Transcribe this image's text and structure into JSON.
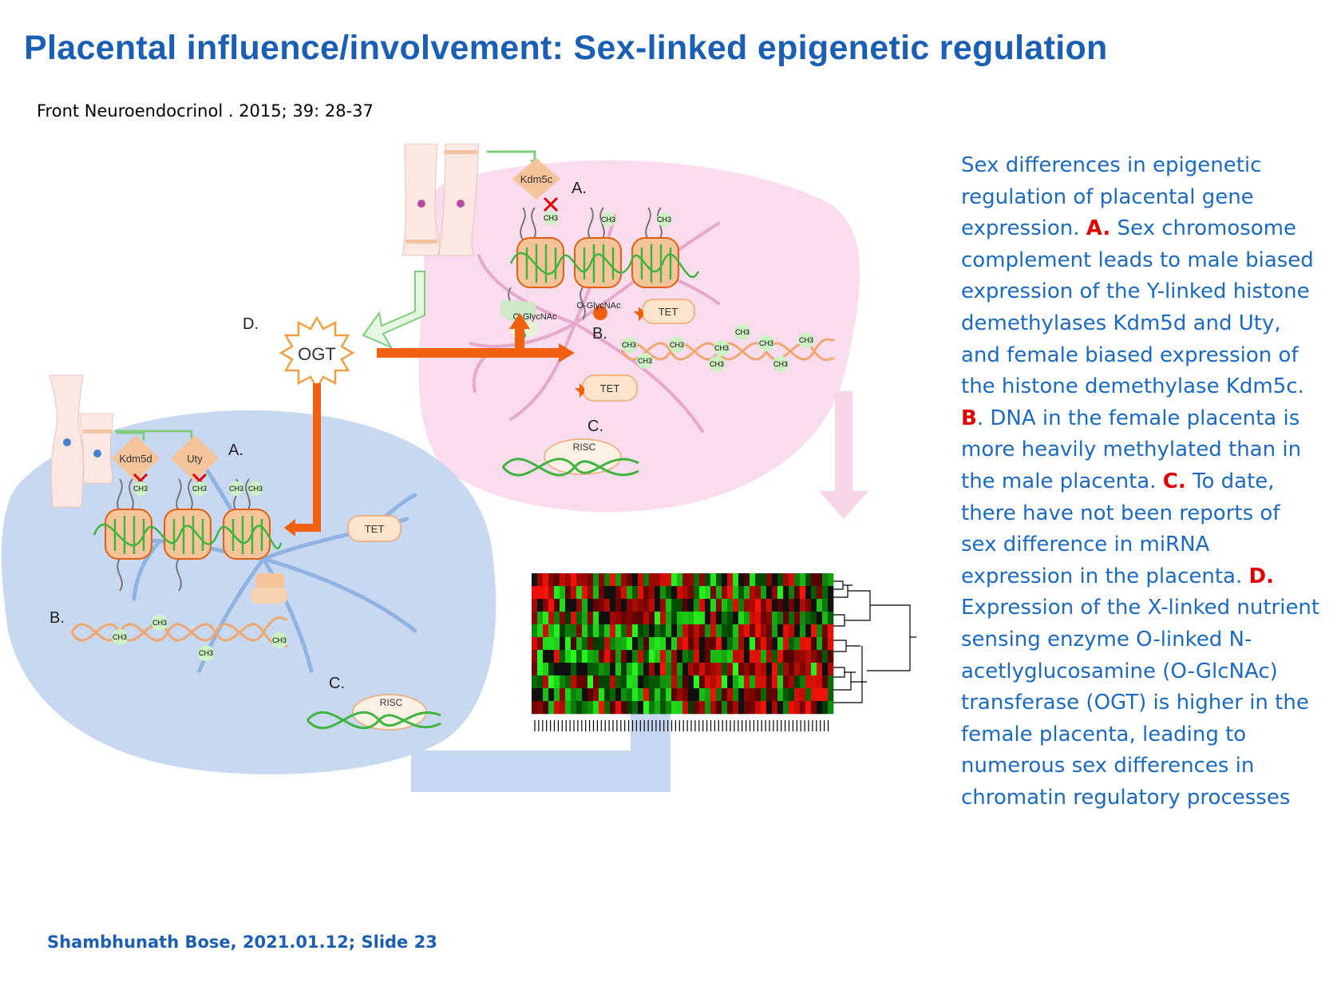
{
  "slide": {
    "title": "Placental influence/involvement: Sex-linked epigenetic regulation",
    "citation": "Front Neuroendocrinol . 2015; 39: 28-37",
    "footer": "Shambhunath Bose, 2021.01.12; Slide 23"
  },
  "description": [
    {
      "t": "Sex differences in epigenetic regulation of placental gene expression. "
    },
    {
      "t": "A.",
      "mark": true
    },
    {
      "t": " Sex chromosome complement leads to male biased expression of the Y-linked histone demethylases Kdm5d and Uty, and female biased expression of the histone demethylase Kdm5c. "
    },
    {
      "t": "B",
      "mark": true
    },
    {
      "t": ". DNA in the female placenta is more heavily methylated than in the male placenta. "
    },
    {
      "t": "C.",
      "mark": true
    },
    {
      "t": " To date, there have not been reports of sex difference in miRNA expression in the placenta. "
    },
    {
      "t": "D.",
      "mark": true
    },
    {
      "t": " Expression of the X-linked nutrient sensing enzyme O-linked N-acetlyglucosamine (O-GlcNAc) transferase (OGT) is higher in the female placenta, leading to numerous sex differences in chromatin regulatory processes"
    }
  ],
  "figure": {
    "ogt": "OGT",
    "label_d": "D.",
    "female": {
      "label_a": "A.",
      "label_b": "B.",
      "label_c": "C.",
      "enzyme": "Kdm5c",
      "tet": "TET",
      "risc": "RISC",
      "oglcnac": "O-GlycNAc",
      "ch3": "CH3"
    },
    "male": {
      "label_a": "A.",
      "label_b": "B.",
      "label_c": "C.",
      "enzyme1": "Kdm5d",
      "enzyme2": "Uty",
      "tet": "TET",
      "risc": "RISC",
      "ch3": "CH3"
    }
  },
  "colors": {
    "title": "#1a5fb4",
    "text": "#1a6ac2",
    "marker": "#e00000",
    "female_region": "#f8d8ec",
    "male_region": "#c4d6ef",
    "arrow_orange": "#f06010",
    "heatmap_red": "#e01010",
    "heatmap_green": "#30e030"
  }
}
